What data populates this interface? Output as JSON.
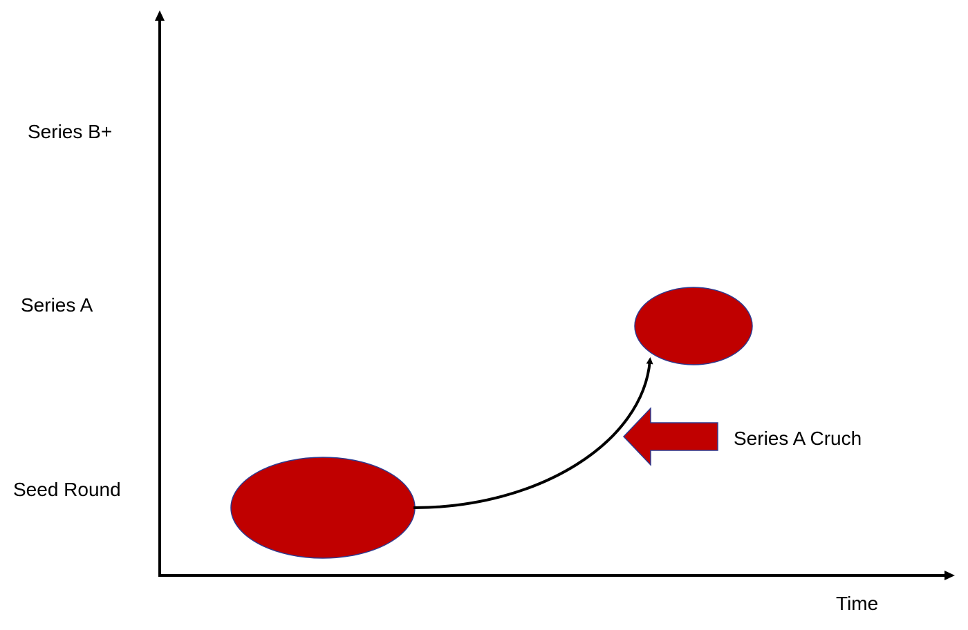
{
  "y_axis": {
    "stages": [
      "Seed Round",
      "Series A",
      "Series B+"
    ]
  },
  "x_axis": {
    "label": "Time"
  },
  "annotation": {
    "label": "Series A Cruch"
  },
  "colors": {
    "bubble_fill": "#c00000",
    "bubble_outline": "#2f3a8f",
    "axis": "#000000"
  }
}
